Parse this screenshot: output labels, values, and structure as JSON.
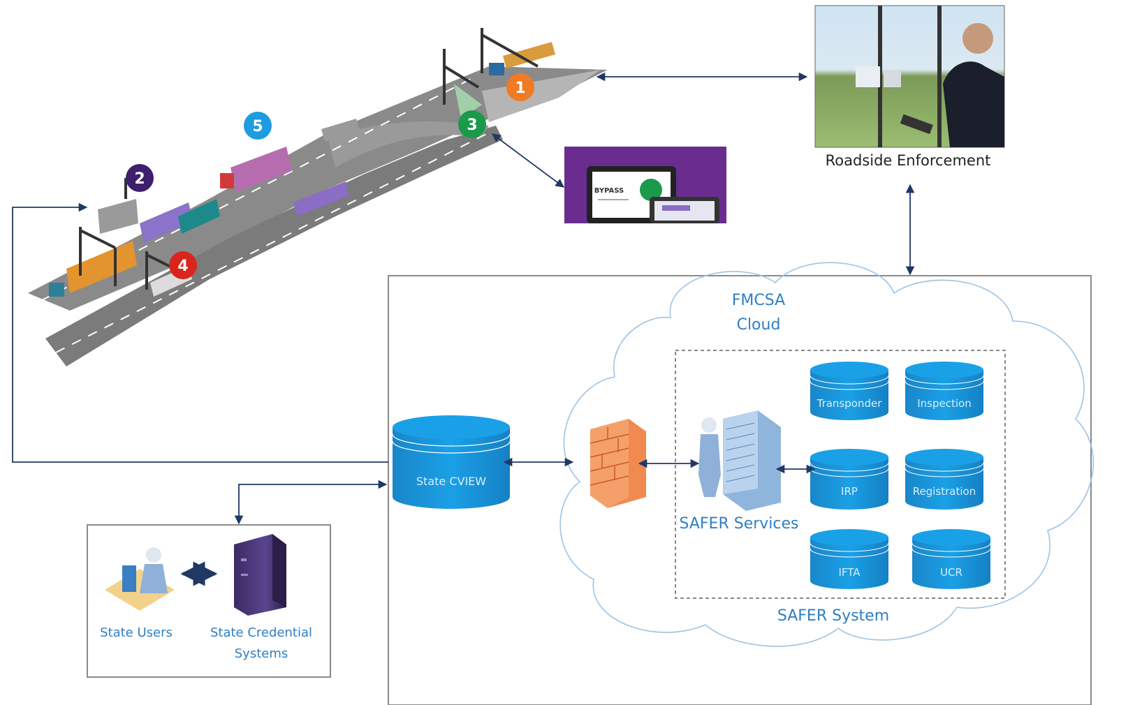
{
  "roadside": {
    "label": "Roadside Enforcement"
  },
  "bypass_device": {
    "screen_text": "BYPASS"
  },
  "cloud": {
    "title_line1": "FMCSA",
    "title_line2": "Cloud"
  },
  "safer": {
    "services_label": "SAFER Services",
    "system_label": "SAFER System"
  },
  "state_cview": {
    "label": "State CVIEW"
  },
  "databases": {
    "transponder": "Transponder",
    "inspection": "Inspection",
    "irp": "IRP",
    "registration": "Registration",
    "ifta": "IFTA",
    "ucr": "UCR"
  },
  "state_box": {
    "users_label": "State Users",
    "systems_label_line1": "State Credential",
    "systems_label_line2": "Systems"
  },
  "markers": [
    "1",
    "2",
    "3",
    "4",
    "5"
  ],
  "colors": {
    "marker_1": "#f07b22",
    "marker_2": "#3d1f6e",
    "marker_3": "#1a9a4a",
    "marker_4": "#d9261c",
    "marker_5": "#1f9be0",
    "db_blue": "#1592d7",
    "text_blue": "#2f7fc4",
    "cloud_outline": "#9cc3e6",
    "arrow": "#1f3864",
    "purple_panel": "#6a2d8f"
  }
}
